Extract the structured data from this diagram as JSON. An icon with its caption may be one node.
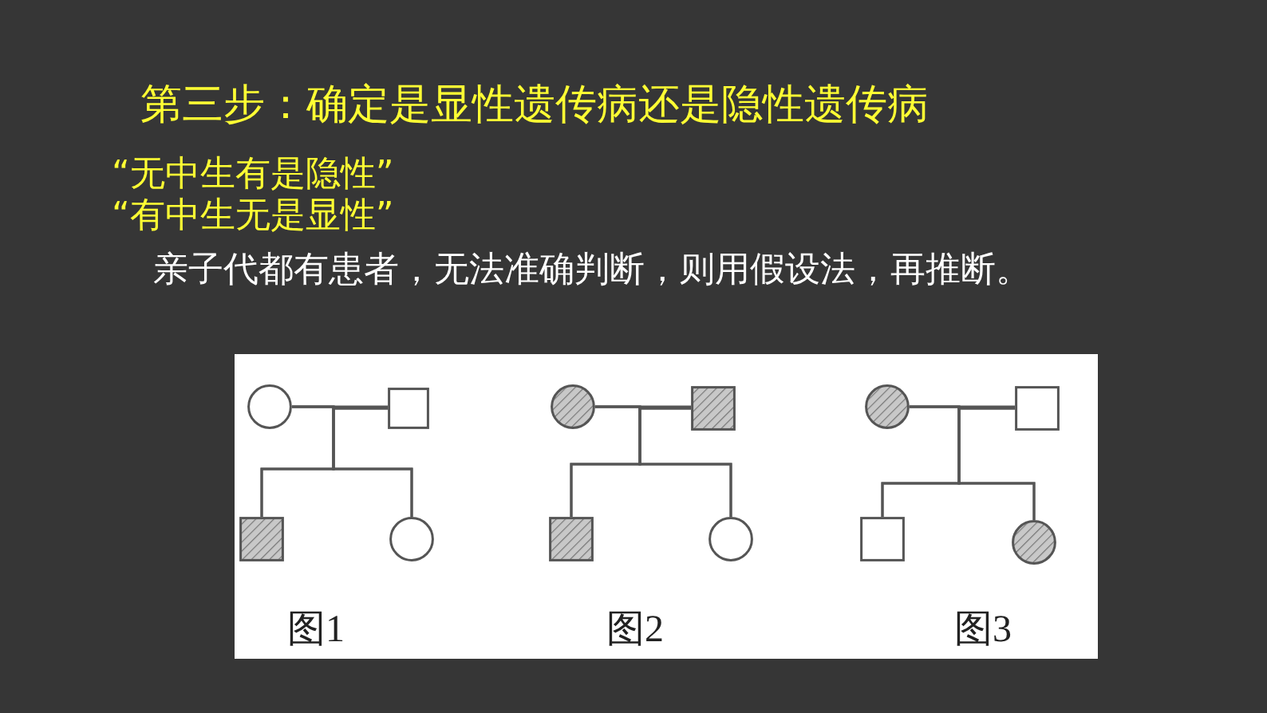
{
  "diagram": {
    "title": "第三步：确定是显性遗传病还是隐性遗传病",
    "nodes": [
      {
        "text": [],
        "shape": "circle"
      },
      {
        "text": [],
        "shape": "box"
      },
      {
        "text": [],
        "shape": "box"
      },
      {
        "text": [],
        "shape": "circle"
      },
      {
        "text": [],
        "shape": "circle"
      },
      {
        "text": [],
        "shape": "box"
      },
      {
        "text": [],
        "shape": "box"
      },
      {
        "text": [],
        "shape": "circle"
      },
      {
        "text": [],
        "shape": "circle"
      },
      {
        "text": [],
        "shape": "box"
      },
      {
        "text": [],
        "shape": "box"
      },
      {
        "text": [],
        "shape": "circle"
      }
    ],
    "edges": [
      {
        "from": 0,
        "to": 1,
        "arrow": "none"
      },
      {
        "from": 0,
        "to": 2,
        "arrow": "none"
      },
      {
        "from": 0,
        "to": 3,
        "arrow": "none"
      },
      {
        "from": 1,
        "to": 2,
        "arrow": "none"
      },
      {
        "from": 1,
        "to": 3,
        "arrow": "none"
      },
      {
        "from": 4,
        "to": 5,
        "arrow": "none"
      },
      {
        "from": 4,
        "to": 6,
        "arrow": "none"
      },
      {
        "from": 4,
        "to": 7,
        "arrow": "none"
      },
      {
        "from": 5,
        "to": 6,
        "arrow": "none"
      },
      {
        "from": 5,
        "to": 7,
        "arrow": "none"
      },
      {
        "from": 8,
        "to": 9,
        "arrow": "none"
      },
      {
        "from": 8,
        "to": 10,
        "arrow": "none"
      },
      {
        "from": 8,
        "to": 11,
        "arrow": "none"
      },
      {
        "from": 9,
        "to": 10,
        "arrow": "none"
      },
      {
        "from": 9,
        "to": 11,
        "arrow": "none"
      }
    ],
    "labels": [
      "“无中生有是隐性”",
      "“有中生无是显性”",
      "亲子代都有患者，无法准确判断，则用假设法，再推断。",
      "图1",
      "图2",
      "图3"
    ]
  }
}
